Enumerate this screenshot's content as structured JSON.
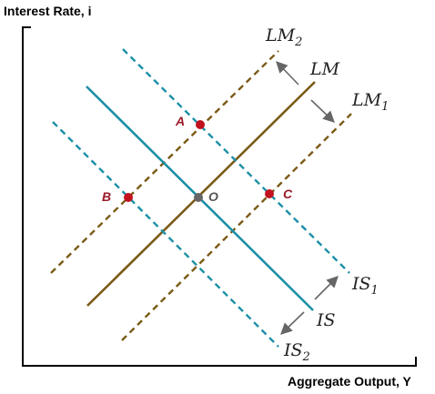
{
  "axes": {
    "y_title": "Interest Rate, i",
    "x_title": "Aggregate Output, Y"
  },
  "curves": {
    "lm2": {
      "base": "LM",
      "sub": "2"
    },
    "lm": {
      "base": "LM",
      "sub": ""
    },
    "lm1": {
      "base": "LM",
      "sub": "1"
    },
    "is1": {
      "base": "IS",
      "sub": "1"
    },
    "is": {
      "base": "IS",
      "sub": ""
    },
    "is2": {
      "base": "IS",
      "sub": "2"
    }
  },
  "points": {
    "a": "A",
    "b": "B",
    "c": "C",
    "o": "O"
  },
  "colors": {
    "lm": "#7a5a16",
    "is": "#1b8fa6",
    "point": "#c1121f",
    "origin_point": "#666666",
    "label_point": "#9b1b2a",
    "arrow": "#666666"
  }
}
